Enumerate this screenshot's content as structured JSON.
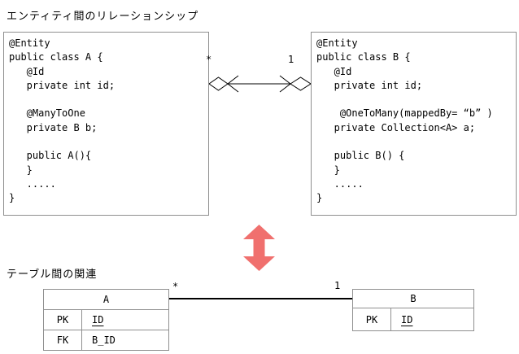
{
  "page": {
    "title_top": "エンティティ間のリレーションシップ",
    "title_bottom": "テーブル間の関連"
  },
  "entity_a": {
    "code_lines": [
      "@Entity",
      "public class A {",
      "   @Id",
      "   private int id;",
      "",
      "   @ManyToOne",
      "   private B b;",
      "",
      "   public A(){",
      "   }",
      "   .....",
      "}"
    ]
  },
  "entity_b": {
    "code_lines": [
      "@Entity",
      "public class B {",
      "   @Id",
      "   private int id;",
      "",
      "    @OneToMany(mappedBy= “b” )",
      "   private Collection<A> a;",
      "",
      "   public B() {",
      "   }",
      "   .....",
      "}"
    ]
  },
  "entity_relationship": {
    "left_multiplicity": "*",
    "right_multiplicity": "1"
  },
  "table_relationship": {
    "left_multiplicity": "*",
    "right_multiplicity": "1"
  },
  "table_a": {
    "title": "A",
    "rows": [
      {
        "key": "PK",
        "column": "ID"
      },
      {
        "key": "FK",
        "column": "B_ID"
      }
    ]
  },
  "table_b": {
    "title": "B",
    "rows": [
      {
        "key": "PK",
        "column": "ID"
      }
    ]
  },
  "colors": {
    "arrow_red": "#F0706E",
    "border_gray": "#8f8f8f",
    "line_black": "#000000"
  }
}
